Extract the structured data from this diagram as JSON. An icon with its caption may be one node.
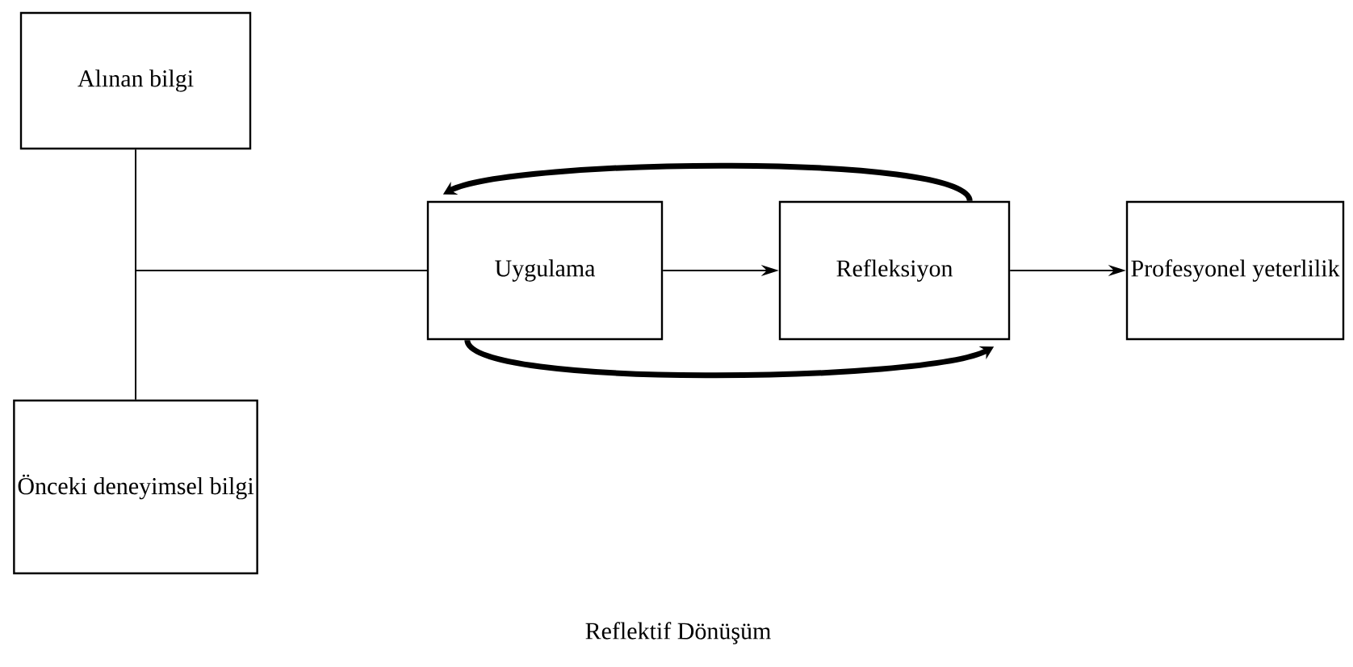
{
  "diagram": {
    "caption": "Reflektif Dönüşüm",
    "nodes": [
      {
        "text": [
          "Alınan bilgi"
        ]
      },
      {
        "text": [
          "Önceki deneyimsel bilgi"
        ]
      },
      {
        "text": [
          "Uygulama"
        ]
      },
      {
        "text": [
          "Refleksiyon"
        ]
      },
      {
        "text": [
          "Profesyonel yeterlilik"
        ]
      }
    ],
    "edges": [
      {
        "from": 0,
        "to": 2,
        "arrow": "none"
      },
      {
        "from": 1,
        "to": 2,
        "arrow": "none"
      },
      {
        "from": 2,
        "to": 3,
        "arrow": "to"
      },
      {
        "from": 3,
        "to": 4,
        "arrow": "to"
      },
      {
        "from": 3,
        "to": 2,
        "arrow": "to",
        "style": "thick"
      },
      {
        "from": 2,
        "to": 3,
        "arrow": "to",
        "style": "thick"
      }
    ]
  }
}
